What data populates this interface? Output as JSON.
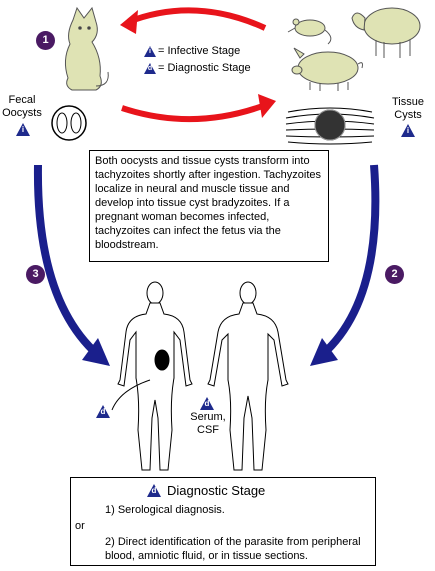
{
  "steps": [
    "1",
    "2",
    "3"
  ],
  "legend": {
    "infective_symbol": "i",
    "infective_label": "= Infective Stage",
    "diagnostic_symbol": "d",
    "diagnostic_label": "= Diagnostic Stage"
  },
  "labels": {
    "fecal_oocysts_1": "Fecal",
    "fecal_oocysts_2": "Oocysts",
    "tissue_cysts_1": "Tissue",
    "tissue_cysts_2": "Cysts",
    "serum": "Serum,",
    "csf": "CSF"
  },
  "info_text": "Both oocysts and tissue cysts transform into tachyzoites shortly after ingestion. Tachyzoites localize in neural and muscle tissue and develop into tissue cyst bradyzoites. If a pregnant woman becomes infected, tachyzoites can infect the fetus via the bloodstream.",
  "diagnostic_box": {
    "symbol": "d",
    "title": "Diagnostic Stage",
    "item1": "1) Serological diagnosis.",
    "or": "or",
    "item2": "2) Direct identification of the parasite from peripheral blood, amniotic fluid, or in tissue sections."
  },
  "colors": {
    "red_arrow": "#e8141b",
    "blue_arrow": "#1a1f8c",
    "step_circle": "#4a1a63",
    "symbol_blue": "#1e2a8c",
    "animal_fill": "#dfe3b4"
  }
}
